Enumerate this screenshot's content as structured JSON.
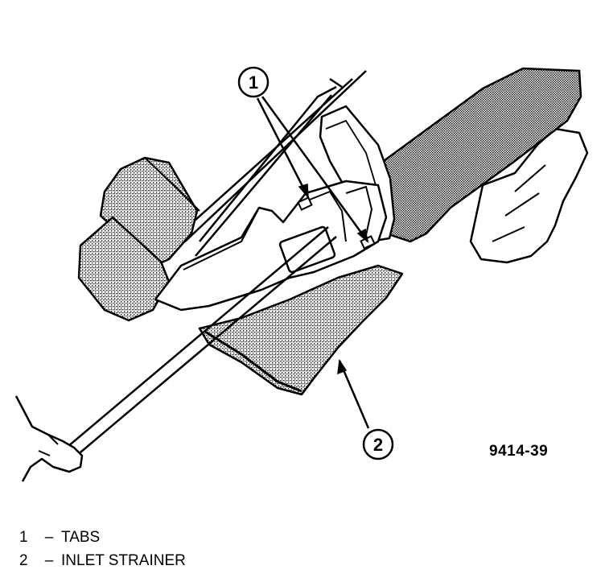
{
  "figure": {
    "number": "9414-39",
    "colors": {
      "ink": "#000000",
      "paper": "#ffffff"
    },
    "callouts": [
      {
        "id": "1",
        "target": "tabs"
      },
      {
        "id": "2",
        "target": "inlet strainer"
      }
    ]
  },
  "legend": [
    {
      "num": "1",
      "sep": "–",
      "label": "TABS"
    },
    {
      "num": "2",
      "sep": "–",
      "label": "INLET STRAINER"
    }
  ]
}
